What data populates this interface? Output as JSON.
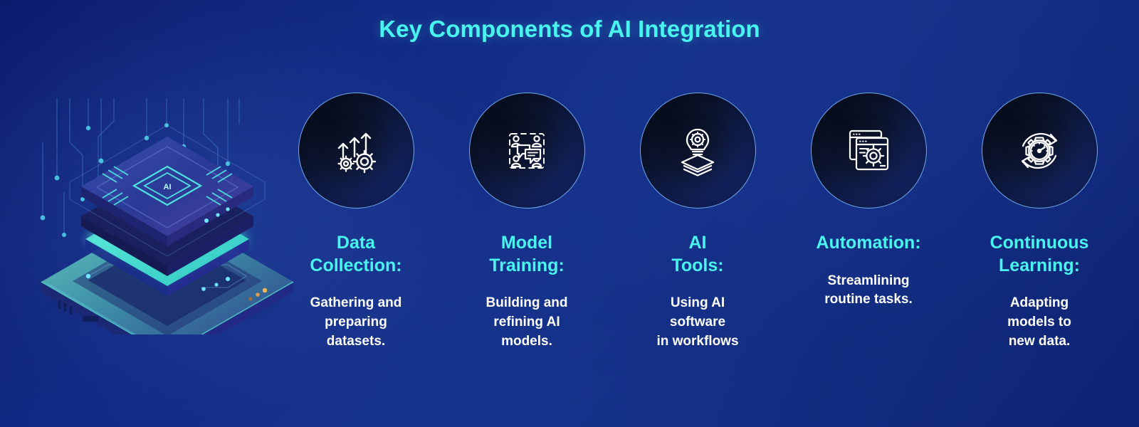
{
  "title": "Key Components of AI Integration",
  "colors": {
    "accent_cyan": "#49f4ef",
    "background_navy": "#132a86",
    "background_deep": "#0b1a6b",
    "body_text": "#ffffff",
    "circle_border": "#6fa8e8",
    "illustration_glow": "#4fe8d8"
  },
  "illustration": {
    "name": "isometric-ai-chip-platform",
    "chip_label": "AI",
    "description": "Isometric 3D illustration of a glowing AI processor chip floating above a teal laptop/platform base with circuit-trace lines and node dots"
  },
  "components": [
    {
      "icon": "growth-arrows-gears-icon",
      "heading": "Data\nCollection:",
      "body": "Gathering and\npreparing\ndatasets."
    },
    {
      "icon": "network-people-chat-icon",
      "heading": "Model\nTraining:",
      "body": "Building and\nrefining AI\nmodels."
    },
    {
      "icon": "lightbulb-gear-layers-icon",
      "heading": "AI\nTools:",
      "body": "Using AI\nsoftware\nin workflows"
    },
    {
      "icon": "browser-windows-gear-icon",
      "heading": "Automation:",
      "body": "Streamlining\nroutine tasks."
    },
    {
      "icon": "gauge-gear-refresh-icon",
      "heading": "Continuous\nLearning:",
      "body": "Adapting\nmodels to\nnew data."
    }
  ]
}
